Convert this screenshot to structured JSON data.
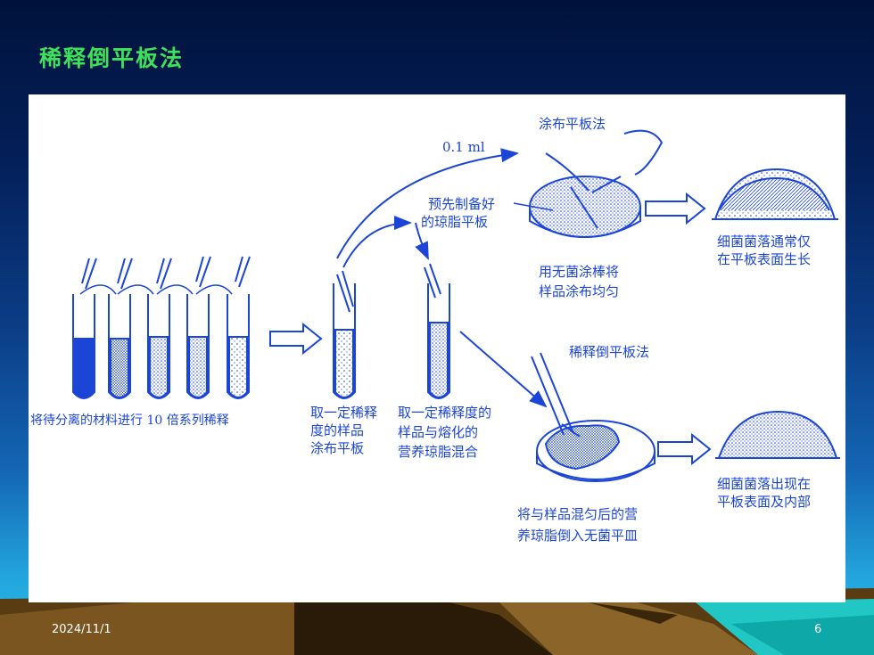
{
  "title": "稀释倒平板法",
  "footer": {
    "date": "2024/11/1",
    "page": "6"
  },
  "diagram": {
    "volume": "0.1 ml",
    "spread_method_title": "涂布平板法",
    "pour_method_title": "稀释倒平板法",
    "preformed_agar": [
      "预先制备好",
      "的琼脂平板"
    ],
    "spread_with_rod": [
      "用无菌涂棒将",
      "样品涂布均匀"
    ],
    "colonies_surface": [
      "细菌菌落通常仅",
      "在平板表面生长"
    ],
    "serial_dilution": "将待分离的材料进行 10 倍系列稀释",
    "take_dilution_spread": [
      "取一定稀释",
      "度的样品",
      "涂布平板"
    ],
    "take_dilution_mix": [
      "取一定稀释度的",
      "样品与熔化的",
      "营养琼脂混合"
    ],
    "pour_into_dish": [
      "将与样品混匀后的营",
      "养琼脂倒入无菌平皿"
    ],
    "colonies_surface_inside": [
      "细菌菌落出现在",
      "平板表面及内部"
    ],
    "colors": {
      "ink": "#1b45d6",
      "title": "#3fe05a"
    }
  }
}
